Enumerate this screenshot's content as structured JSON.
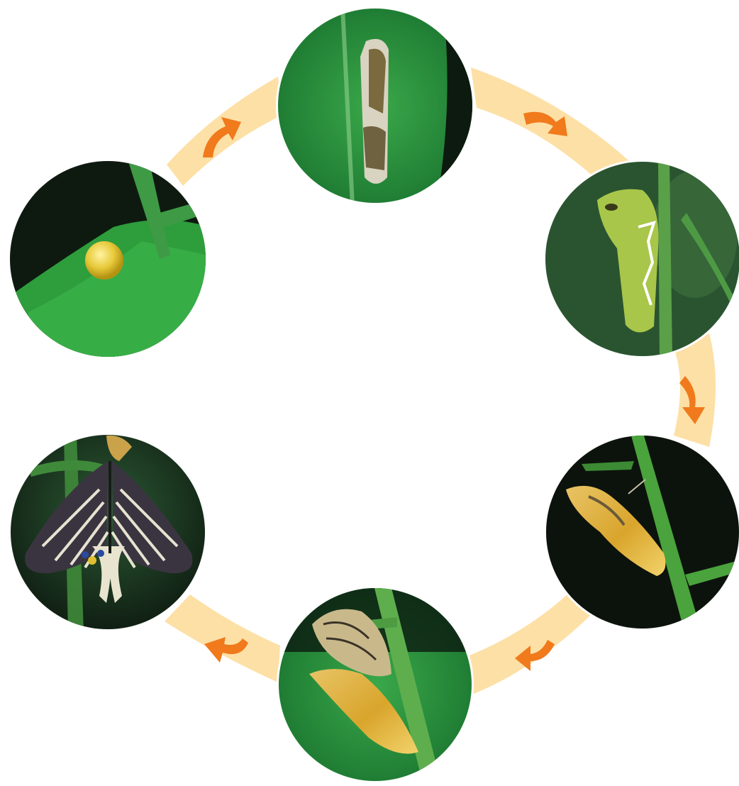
{
  "diagram": {
    "type": "cycle",
    "stages": [
      {
        "id": "egg",
        "name": "egg-stage-photo"
      },
      {
        "id": "young-larva",
        "name": "young-larva-stage-photo"
      },
      {
        "id": "mature-larva",
        "name": "mature-larva-stage-photo"
      },
      {
        "id": "pupa",
        "name": "pupa-stage-photo"
      },
      {
        "id": "emerging-adult",
        "name": "emerging-adult-stage-photo"
      },
      {
        "id": "adult",
        "name": "adult-butterfly-stage-photo"
      }
    ],
    "arrow_direction": "clockwise",
    "colors": {
      "ring": "#fde0a6",
      "arrow": "#f07a1c",
      "background": "#ffffff",
      "leaf": "#2f9a3a",
      "dark": "#0d1a10"
    }
  }
}
